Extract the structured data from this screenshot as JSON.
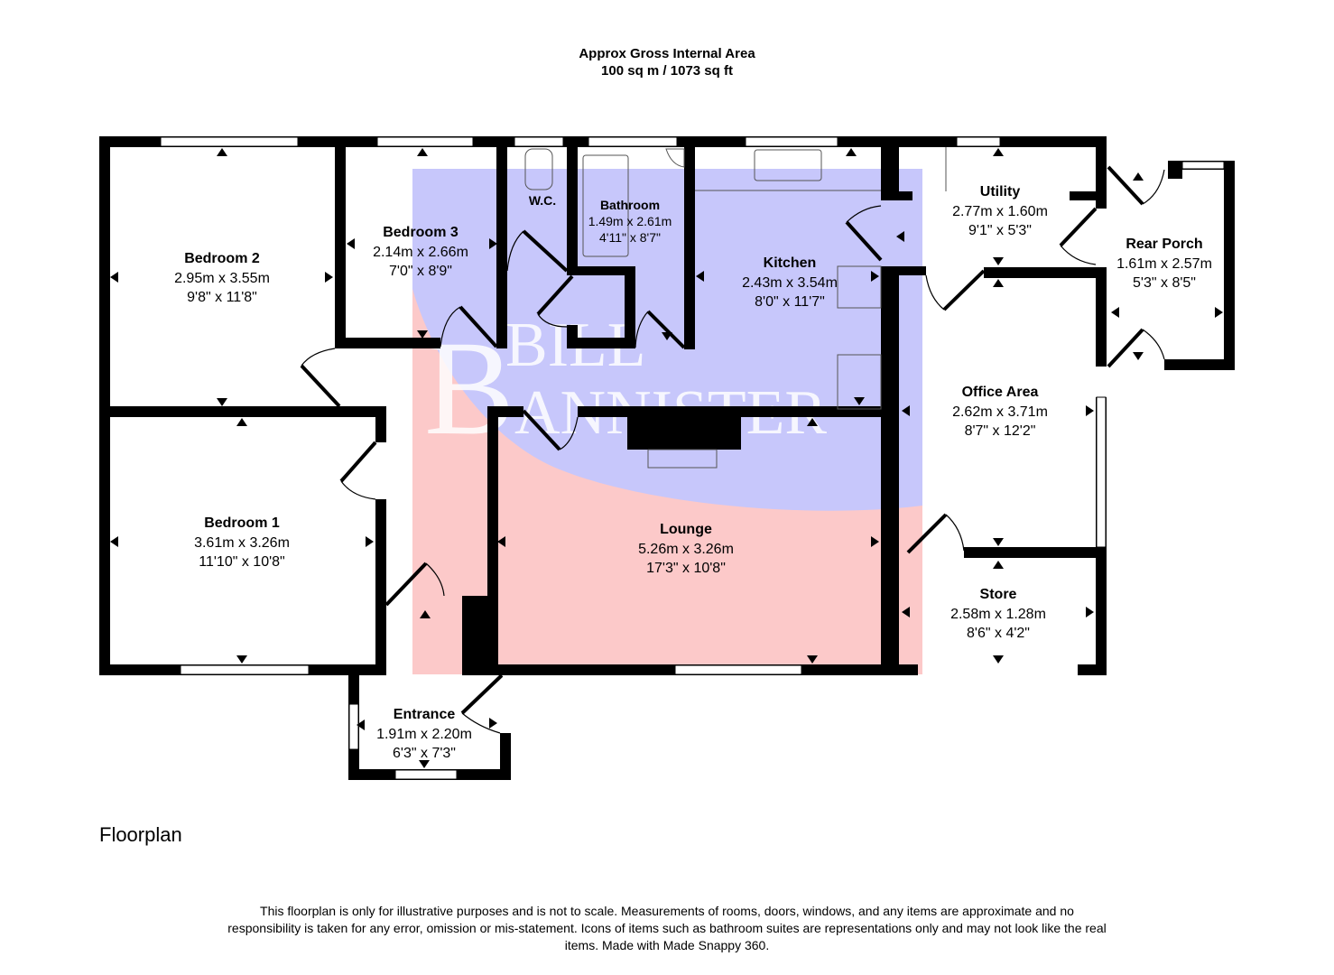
{
  "header": {
    "title": "Approx Gross Internal Area",
    "area": "100 sq m / 1073 sq ft"
  },
  "watermark": {
    "line1": "BILL",
    "line2": "BANNISTER",
    "colors": {
      "blue": "#c7c7fb",
      "red": "#fcc9c9"
    }
  },
  "rooms": [
    {
      "name": "Bedroom 2",
      "metric": "2.95m x 3.55m",
      "imperial": "9'8\" x 11'8\""
    },
    {
      "name": "Bedroom 3",
      "metric": "2.14m x 2.66m",
      "imperial": "7'0\" x 8'9\""
    },
    {
      "name": "W.C.",
      "metric": "",
      "imperial": ""
    },
    {
      "name": "Bathroom",
      "metric": "1.49m x 2.61m",
      "imperial": "4'11\" x 8'7\""
    },
    {
      "name": "Kitchen",
      "metric": "2.43m x 3.54m",
      "imperial": "8'0\" x 11'7\""
    },
    {
      "name": "Utility",
      "metric": "2.77m x 1.60m",
      "imperial": "9'1\" x 5'3\""
    },
    {
      "name": "Rear Porch",
      "metric": "1.61m x 2.57m",
      "imperial": "5'3\" x 8'5\""
    },
    {
      "name": "Office Area",
      "metric": "2.62m x 3.71m",
      "imperial": "8'7\" x 12'2\""
    },
    {
      "name": "Bedroom 1",
      "metric": "3.61m x 3.26m",
      "imperial": "11'10\" x 10'8\""
    },
    {
      "name": "Lounge",
      "metric": "5.26m x 3.26m",
      "imperial": "17'3\" x 10'8\""
    },
    {
      "name": "Store",
      "metric": "2.58m x 1.28m",
      "imperial": "8'6\" x 4'2\""
    },
    {
      "name": "Entrance",
      "metric": "1.91m x 2.20m",
      "imperial": "6'3\" x 7'3\""
    }
  ],
  "floor_label": "Floorplan",
  "disclaimer": "This floorplan is only for illustrative purposes and is not to scale. Measurements of rooms, doors, windows, and any items are approximate and no responsibility is taken for any error, omission or mis-statement. Icons of items such as bathroom suites are representations only and may not look like the real items. Made with Made Snappy 360."
}
